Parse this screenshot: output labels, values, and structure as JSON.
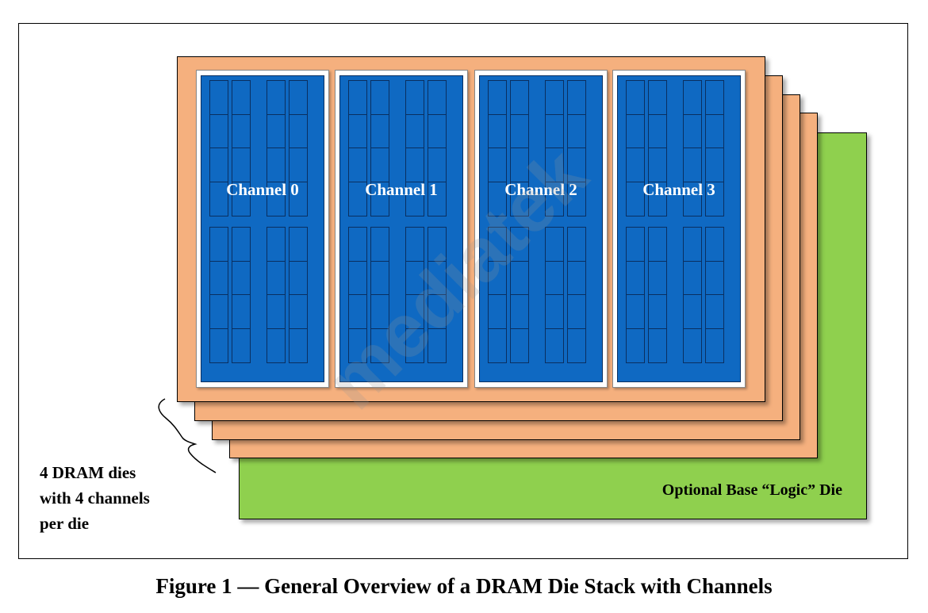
{
  "figure": {
    "channels": [
      "Channel 0",
      "Channel 1",
      "Channel 2",
      "Channel 3"
    ],
    "logic_die_label": "Optional Base “Logic” Die",
    "dies_annotation": [
      "4 DRAM dies",
      "with 4 channels",
      "per die"
    ],
    "watermark": "mediatek",
    "caption": "Figure 1 — General Overview of a DRAM Die Stack with Channels",
    "colors": {
      "dram_die": "#f5b07e",
      "logic_die": "#8fd04e",
      "channel_fill": "#0f69c2",
      "channel_grid": "#0a2f60"
    }
  }
}
